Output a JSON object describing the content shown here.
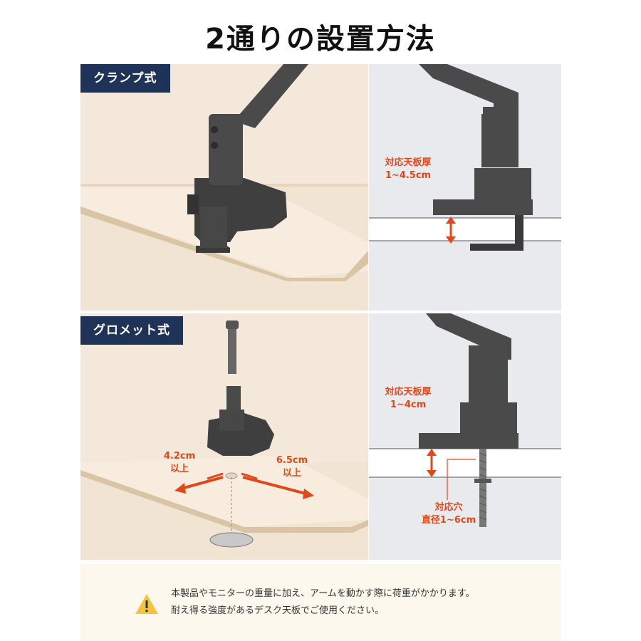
{
  "title": "2通りの設置方法",
  "clamp": {
    "tag": "クランプ式",
    "thickness_label_1": "対応天板厚",
    "thickness_label_2": "1~4.5cm"
  },
  "grommet": {
    "tag": "グロメット式",
    "left_dist_1": "4.2cm",
    "left_dist_2": "以上",
    "right_dist_1": "6.5cm",
    "right_dist_2": "以上",
    "thickness_label_1": "対応天板厚",
    "thickness_label_2": "1~4cm",
    "hole_label_1": "対応穴",
    "hole_label_2": "直径1~6cm"
  },
  "notice": {
    "line1": "本製品やモニターの重量に加え、アームを動かす際に荷重がかかります。",
    "line2": "耐え得る強度があるデスク天板でご使用ください。"
  },
  "colors": {
    "accent": "#e0481a",
    "tag_bg": "#1f3257",
    "wood": "#f3e8d9",
    "grey_panel": "#e8eaee",
    "arm": "#4a4a4a"
  }
}
